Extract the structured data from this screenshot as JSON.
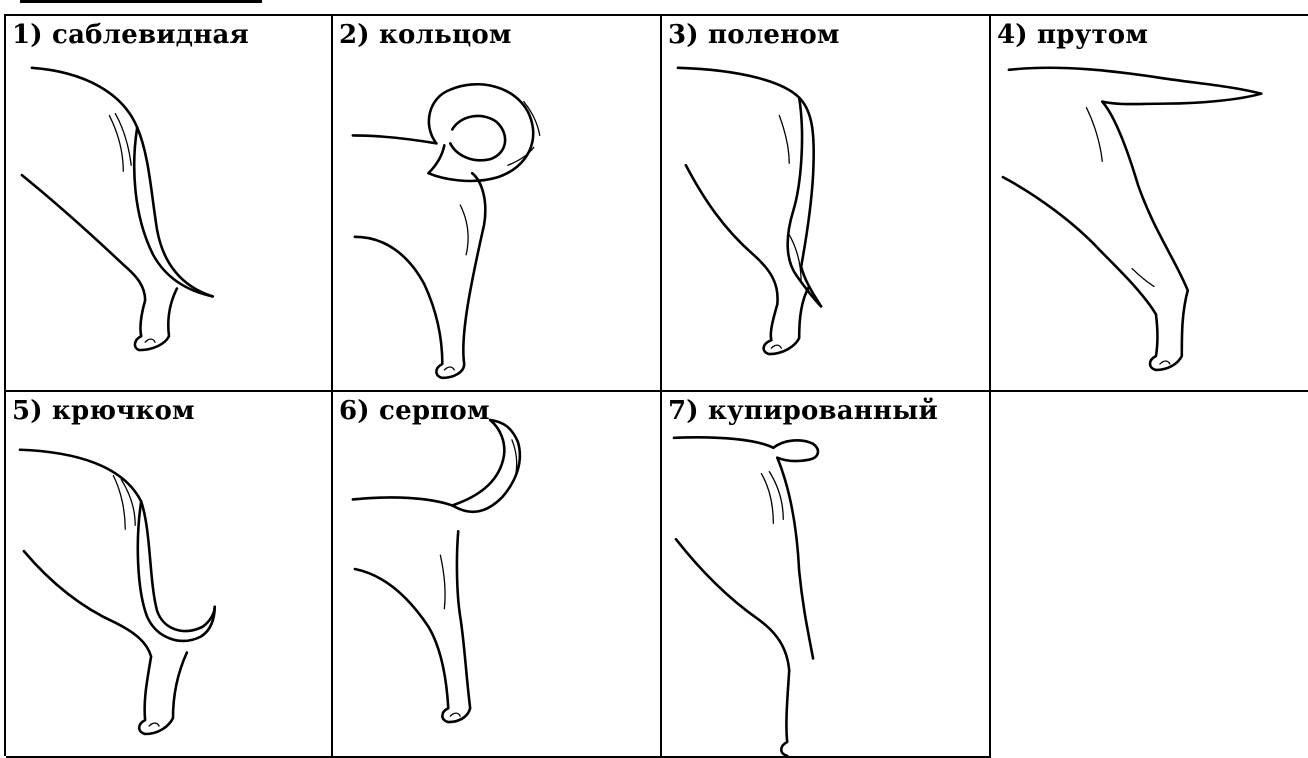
{
  "panels": [
    {
      "label": "1) саблевидная",
      "tail": "sabre"
    },
    {
      "label": "2) кольцом",
      "tail": "ring"
    },
    {
      "label": "3) поленом",
      "tail": "log"
    },
    {
      "label": "4) прутом",
      "tail": "rod"
    },
    {
      "label": "5) крючком",
      "tail": "hook"
    },
    {
      "label": "6) серпом",
      "tail": "sickle"
    },
    {
      "label": "7) купированный",
      "tail": "docked"
    }
  ]
}
